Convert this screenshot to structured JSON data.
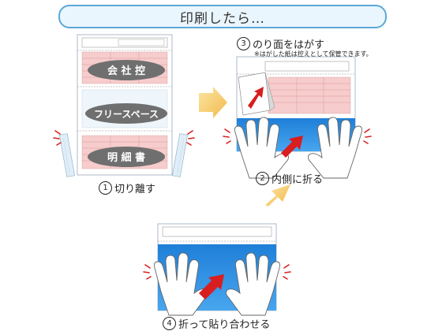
{
  "title": "印刷したら…",
  "form_labels": {
    "company_copy": "会 社 控",
    "free_space": "フリースペース",
    "statement": "明 細 書"
  },
  "steps": [
    {
      "number": "1",
      "label": "切り離す"
    },
    {
      "number": "2",
      "label": "内側に折る"
    },
    {
      "number": "3",
      "label": "のり面をはがす",
      "note": "※はがした紙は控えとして保管できます。"
    },
    {
      "number": "4",
      "label": "折って貼り合わせる"
    }
  ],
  "colors": {
    "accent_blue": "#5aa9d6",
    "form_pink": "#f6cccc",
    "pill_gray": "#6f6f6f",
    "arrow_red": "#d81e1e",
    "arrow_yellow": "#f5d27a",
    "fold_blue": "#2f8fe0"
  }
}
